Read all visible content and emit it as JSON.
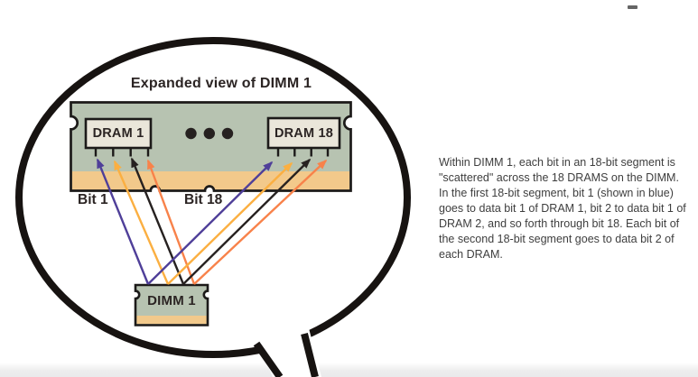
{
  "colors": {
    "bubble_outline": "#171311",
    "outline_black": "#1c1a19",
    "module_green": "#b7c3b1",
    "module_tan": "#f2c98b",
    "chip_fill": "#eae6da",
    "arrow_purple": "#4f3f99",
    "arrow_yellow": "#fbaf41",
    "arrow_black": "#262120",
    "arrow_orange": "#f8824a"
  },
  "diagram": {
    "title": "Expanded view of DIMM 1",
    "dram1_label": "DRAM 1",
    "dram18_label": "DRAM 18",
    "bit1_label": "Bit 1",
    "bit18_label": "Bit 18",
    "dimm1_label": "DIMM 1"
  },
  "caption": {
    "lines": [
      "Within DIMM 1, each bit in an 18-bit segment is",
      "\"scattered\" across the 18 DRAMS on the DIMM.",
      "In the first 18-bit segment, bit 1 (shown in blue)",
      "goes to data bit 1 of DRAM 1, bit 2 to data bit 1 of",
      "DRAM 2, and so forth through bit 18. Each bit of",
      "the second 18-bit segment goes to data bit 2 of",
      "each DRAM."
    ]
  }
}
